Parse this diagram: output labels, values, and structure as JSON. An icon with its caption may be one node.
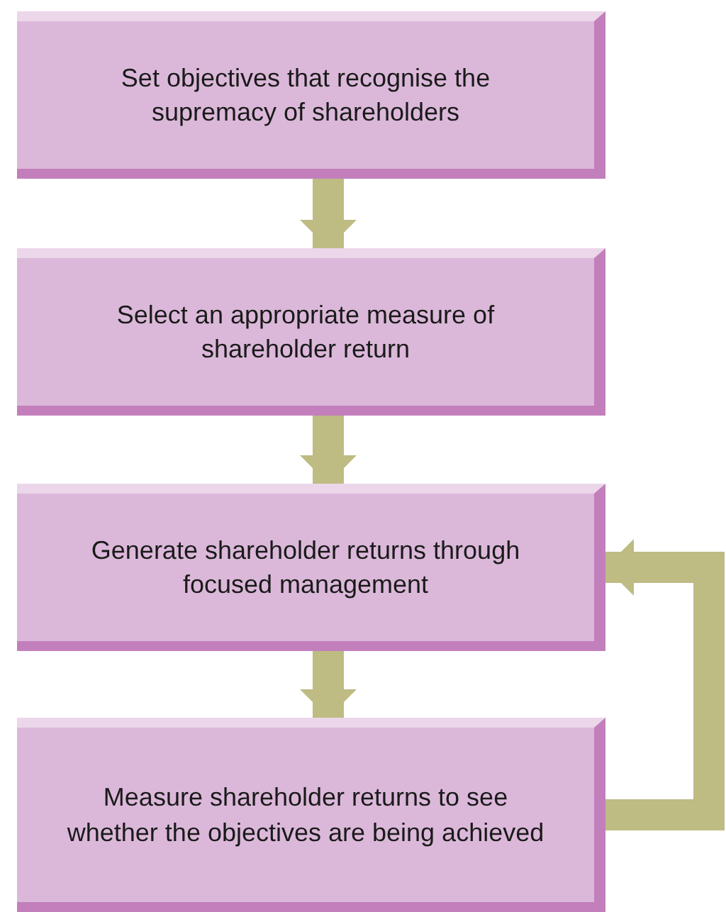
{
  "diagram": {
    "nodes": [
      {
        "text": [
          "Set objectives that recognise the supremacy of shareholders"
        ]
      },
      {
        "text": [
          "Select an appropriate measure of shareholder return"
        ]
      },
      {
        "text": [
          "Generate shareholder returns through focused management"
        ]
      },
      {
        "text": [
          "Measure shareholder returns to see whether the objectives are being achieved"
        ]
      }
    ],
    "edges": [
      {
        "from": 0,
        "to": 1,
        "arrow": "to"
      },
      {
        "from": 1,
        "to": 2,
        "arrow": "to"
      },
      {
        "from": 2,
        "to": 3,
        "arrow": "to"
      },
      {
        "from": 3,
        "to": 2,
        "arrow": "to"
      }
    ]
  }
}
